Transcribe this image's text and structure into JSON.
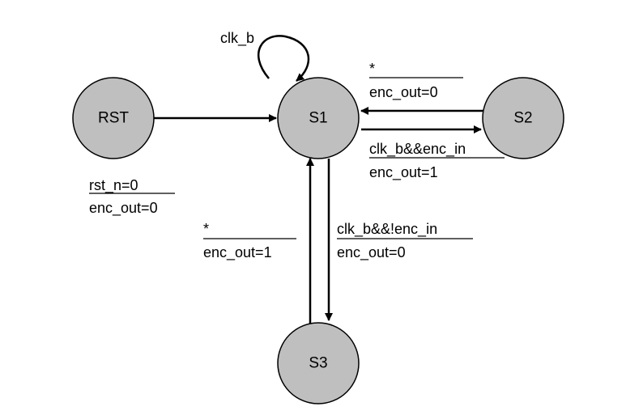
{
  "states": {
    "rst": "RST",
    "s1": "S1",
    "s2": "S2",
    "s3": "S3"
  },
  "transitions": {
    "s1_self": {
      "condition": "clk_b"
    },
    "rst_to_s1": {
      "condition": "rst_n=0",
      "output": "enc_out=0"
    },
    "s2_to_s1": {
      "condition": "*",
      "output": "enc_out=0"
    },
    "s1_to_s2": {
      "condition": "clk_b&&enc_in",
      "output": "enc_out=1"
    },
    "s3_to_s1": {
      "condition": "*",
      "output": "enc_out=1"
    },
    "s1_to_s3": {
      "condition": "clk_b&&!enc_in",
      "output": "enc_out=0"
    }
  },
  "colors": {
    "state_fill": "#bfbfbf",
    "stroke": "#000000"
  }
}
